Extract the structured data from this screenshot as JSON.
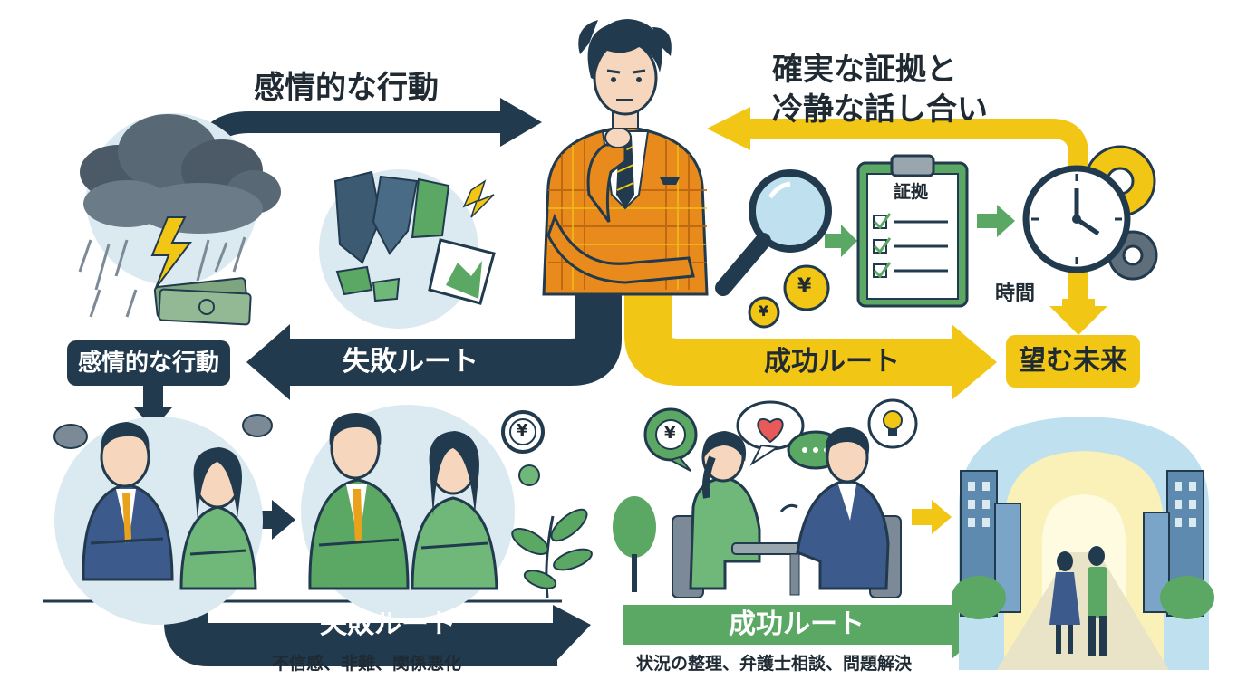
{
  "title_top_left": "感情的な行動",
  "title_top_right_line1": "確実な証拠と",
  "title_top_right_line2": "冷静な話し合い",
  "box_emotional_action": "感情的な行動",
  "arrow_failure_route_mid": "失敗ルート",
  "arrow_success_route_mid": "成功ルート",
  "box_desired_future": "望む未来",
  "clipboard_title": "証拠",
  "time_label": "時間",
  "yen_symbol": "¥",
  "bottom_failure_route": "失敗ルート",
  "bottom_failure_caption": "不信感、非難、関係悪化",
  "bottom_success_route": "成功ルート",
  "bottom_success_caption": "状況の整理、弁護士相談、問題解決",
  "colors": {
    "navy": "#213a4d",
    "yellow": "#f2c614",
    "green": "#5aa864",
    "orange": "#e88a1c",
    "sky": "#dbe9f1"
  }
}
